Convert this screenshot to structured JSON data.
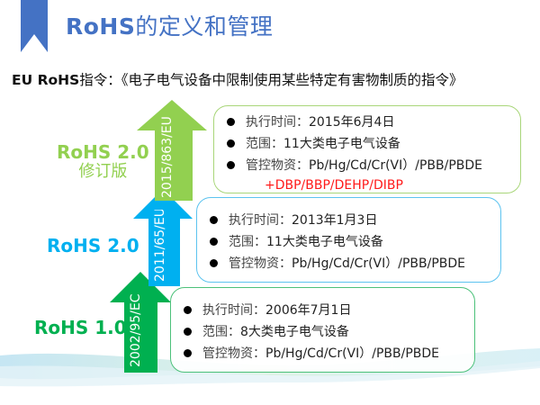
{
  "header": {
    "title_latin": "RoHS",
    "title_cn": "的定义和管理",
    "accent": "#4472c4"
  },
  "subtitle": {
    "lead": "EU RoHS",
    "text": "指令：《电子电气设备中限制使用某些特定有害物制质的指令》"
  },
  "versions": [
    {
      "name": "RoHS 2.0",
      "sub": "修订版",
      "directive": "2015/863/EU",
      "color": "#92d050",
      "items": [
        {
          "key": "执行时间：",
          "value": "2015年6月4日"
        },
        {
          "key": "范围：",
          "value": "11大类电子电气设备"
        },
        {
          "key": "管控物资：",
          "value": "Pb/Hg/Cd/Cr(VI）/PBB/PBDE"
        }
      ],
      "extra": "+DBP/BBP/DEHP/DIBP",
      "extra_color": "#ff1a1a"
    },
    {
      "name": "RoHS 2.0",
      "directive": "2011/65/EU",
      "color": "#00b0f0",
      "items": [
        {
          "key": "执行时间：",
          "value": "2013年1月3日"
        },
        {
          "key": "范围：",
          "value": "11大类电子电气设备"
        },
        {
          "key": "管控物资：",
          "value": "Pb/Hg/Cd/Cr(VI）/PBB/PBDE"
        }
      ]
    },
    {
      "name": "RoHS 1.0",
      "directive": "2002/95/EC",
      "color": "#00b050",
      "items": [
        {
          "key": "执行时间：",
          "value": "2006年7月1日"
        },
        {
          "key": "范围：",
          "value": "8大类电子电气设备"
        },
        {
          "key": "管控物资：",
          "value": "Pb/Hg/Cd/Cr(VI）/PBB/PBDE"
        }
      ]
    }
  ]
}
